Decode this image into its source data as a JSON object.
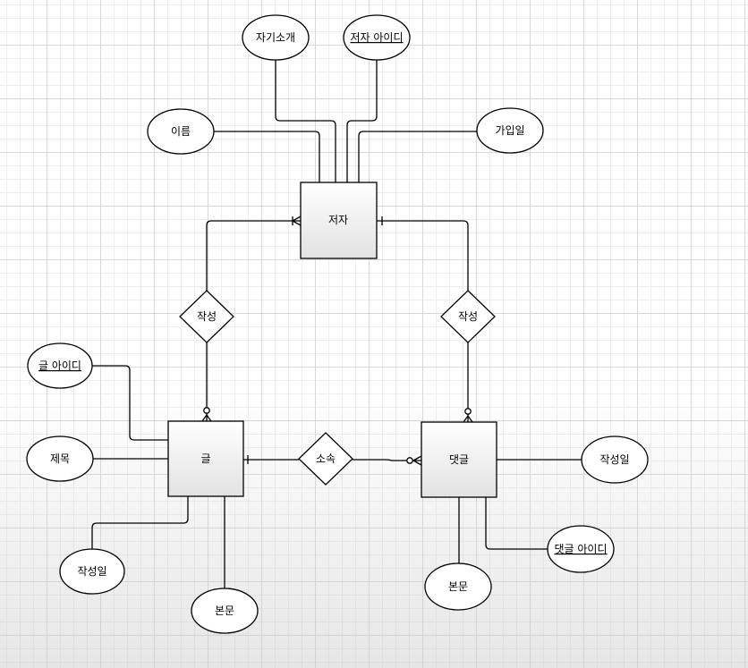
{
  "entities": {
    "author": "저자",
    "post": "글",
    "comment": "댓글"
  },
  "relationships": {
    "author_post": "작성",
    "author_comment": "작성",
    "post_comment": "소속"
  },
  "attributes": {
    "author_bio": "자기소개",
    "author_id": "저자 아이디",
    "author_name": "이름",
    "author_joined": "가입일",
    "post_id": "글 아이디",
    "post_title": "제목",
    "post_date": "작성일",
    "post_body": "본문",
    "comment_date": "작성일",
    "comment_id": "댓글 아이디",
    "comment_body": "본문"
  },
  "colors": {
    "stroke": "#000000",
    "ellipse_fill": "#ffffff",
    "entity_fill_top": "#ffffff",
    "entity_fill_bottom": "#e2e2e2"
  }
}
